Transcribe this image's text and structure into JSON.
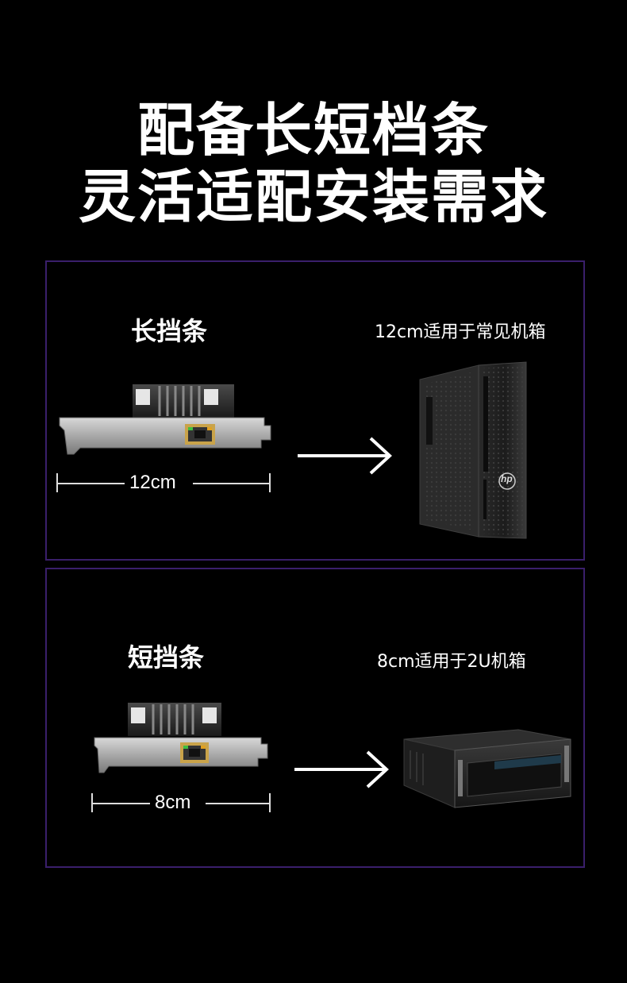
{
  "headline": {
    "line1": "配备长短档条",
    "line2": "灵活适配安装需求"
  },
  "panels": [
    {
      "title": "长挡条",
      "caption": "12cm适用于常见机箱",
      "measure": "12cm",
      "device": "tower-pc"
    },
    {
      "title": "短挡条",
      "caption": "8cm适用于2U机箱",
      "measure": "8cm",
      "device": "2u-rack-server"
    }
  ],
  "brand_logo_text": "hp",
  "colors": {
    "background": "#000000",
    "panel_border": "#3a1f6b",
    "text": "#ffffff"
  }
}
